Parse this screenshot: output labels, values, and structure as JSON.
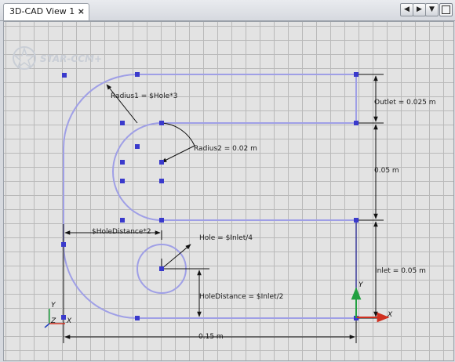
{
  "tab": {
    "title": "3D-CAD View 1",
    "close_glyph": "×"
  },
  "nav": {
    "prev_glyph": "◀",
    "next_glyph": "▶",
    "menu_glyph": "▼"
  },
  "logo": {
    "text": "STAR-CCM+"
  },
  "annotations": {
    "radius1": "Radius1 = $Hole*3",
    "radius2": "Radius2 = 0.02 m",
    "outlet": "Outlet = 0.025 m",
    "gap": "0.05 m",
    "hole_distance_x": "$HoleDistance*2",
    "hole": "Hole = $Inlet/4",
    "inlet": "Inlet = 0.05 m",
    "hole_distance": "HoleDistance = $Inlet/2",
    "width": "0.15 m"
  },
  "axes": {
    "x": "X",
    "y": "Y",
    "z": "Z"
  },
  "colors": {
    "sketch_line": "#9f9fe6",
    "vertex": "#3a3acc",
    "dimension": "#111111",
    "axis_x": "#d03020",
    "axis_y": "#20a040",
    "axis_z": "#2040c0"
  }
}
